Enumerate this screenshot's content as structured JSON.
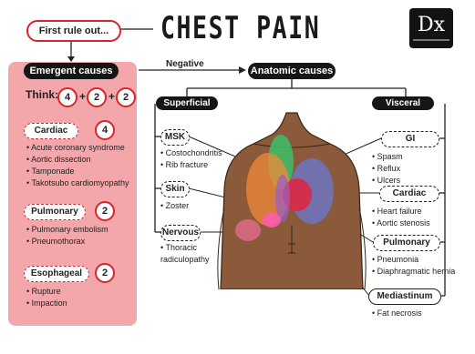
{
  "header": {
    "rule_out": "First rule out...",
    "title": "CHEST PAIN",
    "logo": "Dx"
  },
  "emergent": {
    "title": "Emergent causes",
    "think_label": "Think:",
    "think_nums": [
      "4",
      "2",
      "2"
    ],
    "plus": "+",
    "categories": [
      {
        "label": "Cardiac",
        "count": "4",
        "items": [
          "Acute coronary syndrome",
          "Aortic dissection",
          "Tamponade",
          "Takotsubo cardiomyopathy"
        ]
      },
      {
        "label": "Pulmonary",
        "count": "2",
        "items": [
          "Pulmonary embolism",
          "Pneumothorax"
        ]
      },
      {
        "label": "Esophageal",
        "count": "2",
        "items": [
          "Rupture",
          "Impaction"
        ]
      }
    ]
  },
  "negative_label": "Negative",
  "anatomic": {
    "title": "Anatomic causes",
    "superficial": {
      "title": "Superficial",
      "categories": [
        {
          "label": "MSK",
          "items": [
            "Costochondritis",
            "Rib fracture"
          ]
        },
        {
          "label": "Skin",
          "items": [
            "Zoster"
          ]
        },
        {
          "label": "Nervous",
          "items": [
            "Thoracic radiculopathy"
          ]
        }
      ]
    },
    "visceral": {
      "title": "Visceral",
      "categories": [
        {
          "label": "GI",
          "items": [
            "Spasm",
            "Reflux",
            "Ulcers"
          ]
        },
        {
          "label": "Cardiac",
          "items": [
            "Heart failure",
            "Aortic stenosis"
          ]
        },
        {
          "label": "Pulmonary",
          "items": [
            "Pneumonia",
            "Diaphragmatic hernia"
          ]
        },
        {
          "label": "Mediastinum",
          "items": [
            "Fat necrosis"
          ]
        }
      ]
    }
  },
  "colors": {
    "accent_red": "#d9242c",
    "panel_pink": "#f4a7ab",
    "dark": "#161616"
  }
}
